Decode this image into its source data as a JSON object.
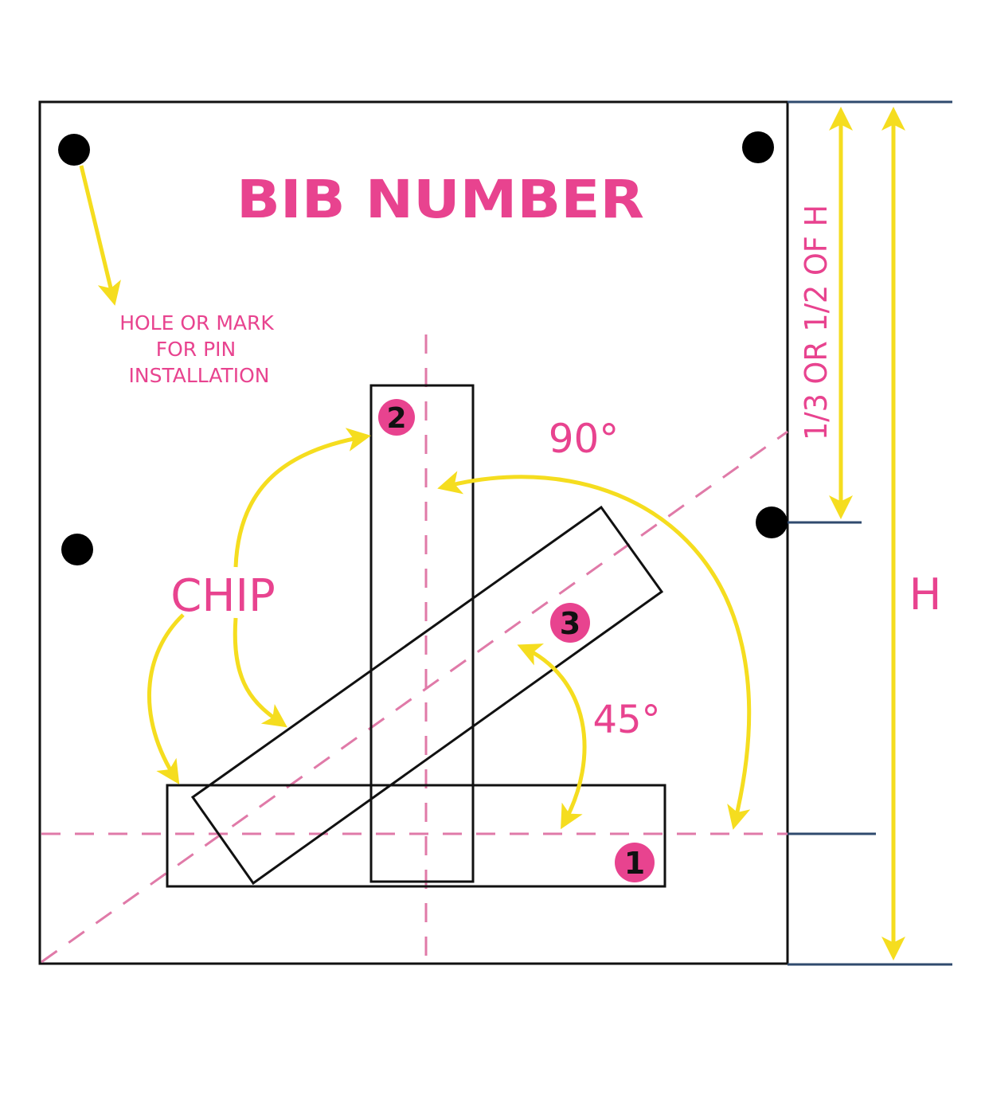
{
  "title": "BIB NUMBER",
  "pin_note": {
    "line1": "HOLE OR MARK",
    "line2": "FOR PIN",
    "line3": "INSTALLATION"
  },
  "chip_label": "CHIP",
  "angles": {
    "right": "90°",
    "diagonal": "45°"
  },
  "positions": {
    "horizontal": "1",
    "vertical": "2",
    "diagonal": "3"
  },
  "dimensions": {
    "partial": "1/3 OR 1/2 OF H",
    "full": "H"
  },
  "colors": {
    "label": "#e8438f",
    "arrow": "#f5dd1f",
    "outline": "#111111",
    "guide": "#e07aa8",
    "dimension_line": "#2f4a6e"
  }
}
